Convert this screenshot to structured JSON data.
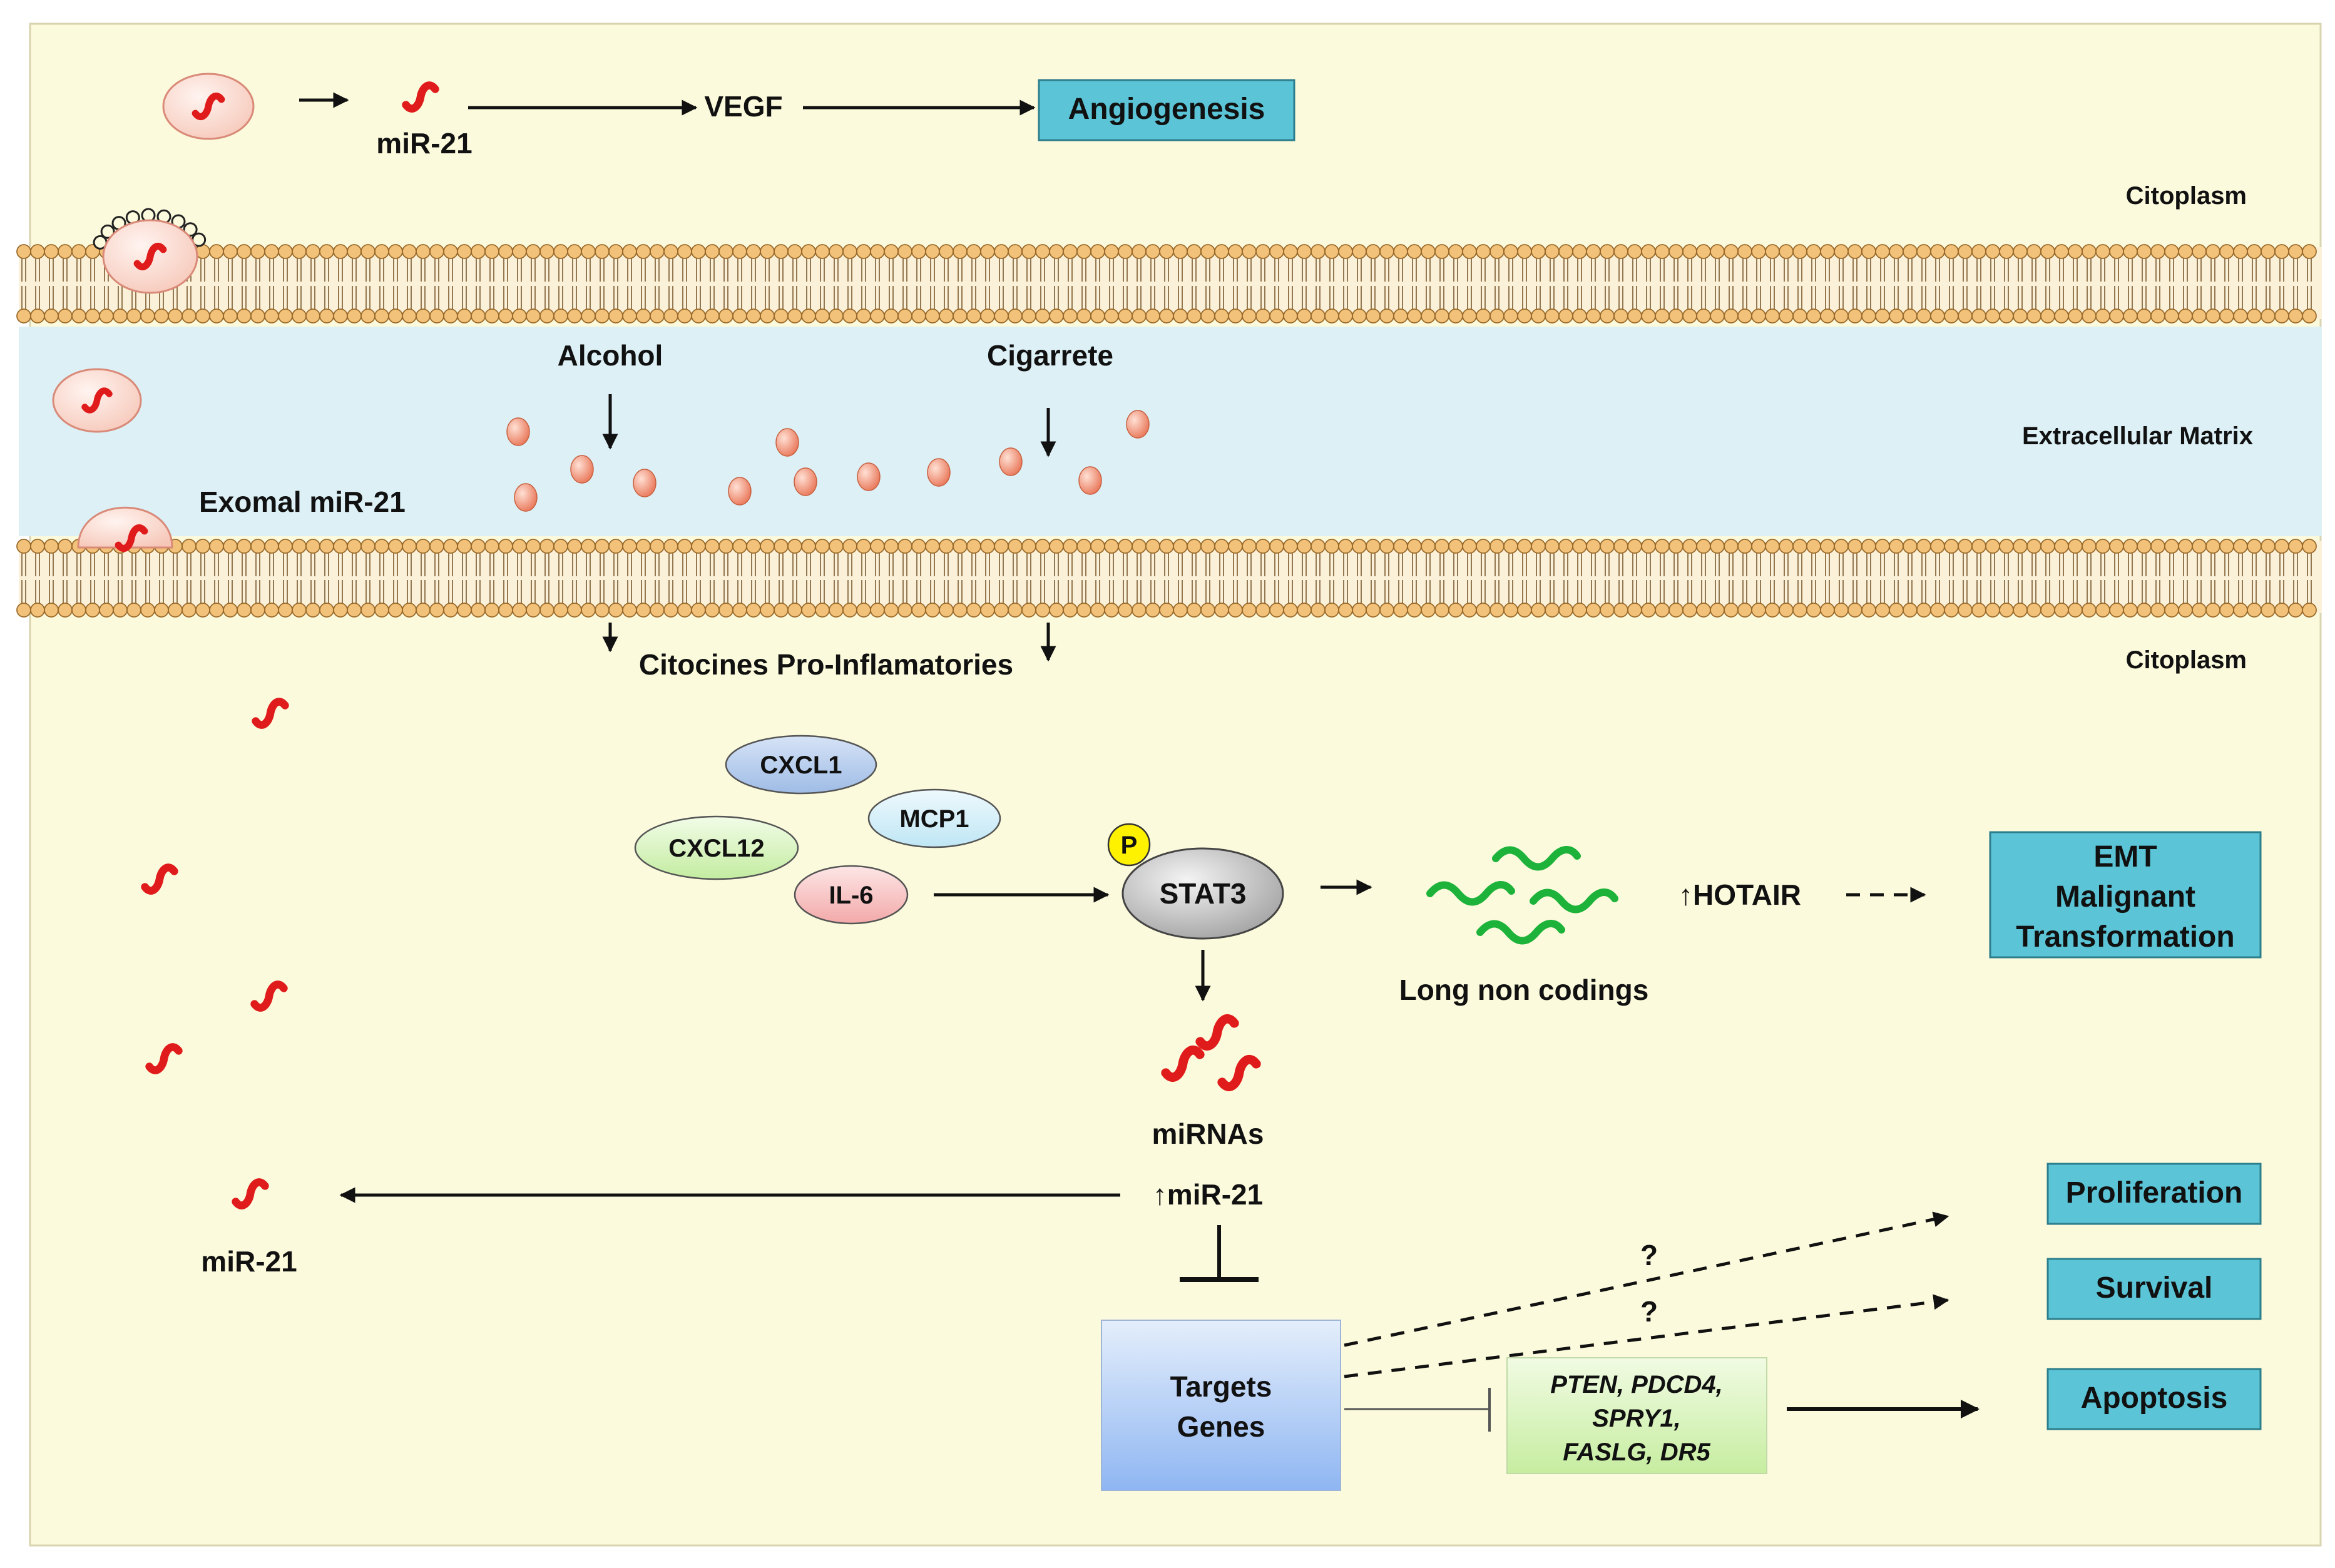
{
  "colors": {
    "cytoplasm": "#FCFADC",
    "extracellular": "#DCF0F6",
    "membrane_head": "#F2C27A",
    "membrane_head_stroke": "#9A6A2A",
    "box_cyan": "#5BC4D6",
    "mirna": "#E01B1B",
    "lncrna": "#1DB33A",
    "droplet": "#EE8C6E",
    "vesicle": "#FBE0D8"
  },
  "labels": {
    "top_mir21": "miR-21",
    "vegf": "VEGF",
    "angiogenesis": "Angiogenesis",
    "citoplasm_top": "Citoplasm",
    "alcohol": "Alcohol",
    "cigarrete": "Cigarrete",
    "extracellular_matrix": "Extracellular Matrix",
    "exomal_mir21": "Exomal miR-21",
    "citocines": "Citocines Pro-Inflamatories",
    "citoplasm_bottom": "Citoplasm",
    "cxcl1": "CXCL1",
    "mcp1": "MCP1",
    "cxcl12": "CXCL12",
    "il6": "IL-6",
    "p": "P",
    "stat3": "STAT3",
    "hotair": "↑HOTAIR",
    "emt_line1": "EMT",
    "emt_line2": "Malignant",
    "emt_line3": "Transformation",
    "long_non_codings": "Long non codings",
    "mirnas": "miRNAs",
    "up_mir21": "↑miR-21",
    "left_mir21": "miR-21",
    "proliferation": "Proliferation",
    "survival": "Survival",
    "question1": "?",
    "question2": "?",
    "targets_line1": "Targets",
    "targets_line2": "Genes",
    "genes_line1": "PTEN, PDCD4,",
    "genes_line2": "SPRY1,",
    "genes_line3": "FASLG, DR5",
    "apoptosis": "Apoptosis"
  }
}
